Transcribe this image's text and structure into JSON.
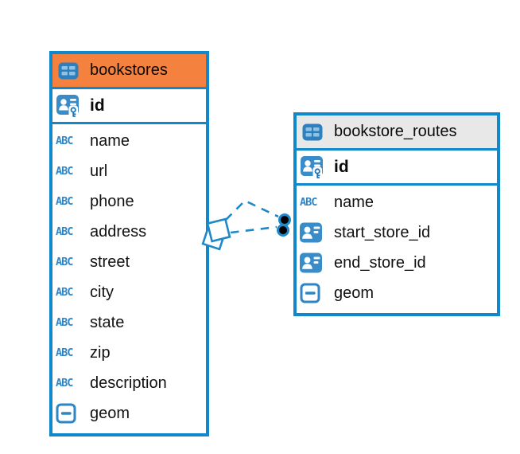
{
  "diagram": {
    "tables": [
      {
        "title": "bookstores",
        "header_color": "#F5813E",
        "header_icon": "table-icon",
        "primary_key": {
          "name": "id",
          "icon": "primary-key-icon"
        },
        "columns": [
          {
            "name": "name",
            "icon": "text-type-icon"
          },
          {
            "name": "url",
            "icon": "text-type-icon"
          },
          {
            "name": "phone",
            "icon": "text-type-icon"
          },
          {
            "name": "address",
            "icon": "text-type-icon"
          },
          {
            "name": "street",
            "icon": "text-type-icon"
          },
          {
            "name": "city",
            "icon": "text-type-icon"
          },
          {
            "name": "state",
            "icon": "text-type-icon"
          },
          {
            "name": "zip",
            "icon": "text-type-icon"
          },
          {
            "name": "description",
            "icon": "text-type-icon"
          },
          {
            "name": "geom",
            "icon": "geometry-type-icon"
          }
        ]
      },
      {
        "title": "bookstore_routes",
        "header_color": "#E9E8E8",
        "header_icon": "table-icon",
        "primary_key": {
          "name": "id",
          "icon": "primary-key-icon"
        },
        "columns": [
          {
            "name": "name",
            "icon": "text-type-icon"
          },
          {
            "name": "start_store_id",
            "icon": "reference-type-icon"
          },
          {
            "name": "end_store_id",
            "icon": "reference-type-icon"
          },
          {
            "name": "geom",
            "icon": "geometry-type-icon"
          }
        ]
      }
    ],
    "relationships": [
      {
        "from_table": "bookstores",
        "to_table": "bookstore_routes",
        "line_style": "dashed",
        "source_marker": "diamond",
        "target_marker": "dot"
      },
      {
        "from_table": "bookstores",
        "to_table": "bookstore_routes",
        "line_style": "dashed",
        "source_marker": "diamond",
        "target_marker": "dot"
      }
    ]
  },
  "icons": {
    "text_type_glyph": "ABC"
  },
  "colors": {
    "table_border": "#1188CB",
    "bookstores_header": "#F5813E",
    "bookstore_routes_header": "#E9E8E8",
    "relationship_line": "#1E88C8",
    "icon_blue": "#3A8CC9",
    "icon_outline_blue": "#2E86C6",
    "anchor_dot_fill": "#000000"
  }
}
